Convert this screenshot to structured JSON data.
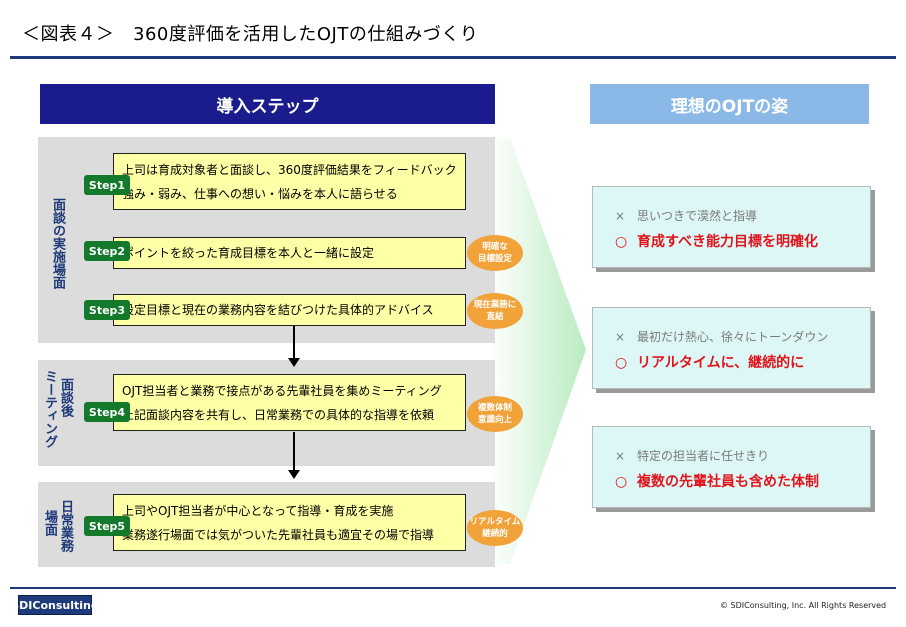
{
  "title": "＜図表４＞　360度評価を活用したOJTの仕組みづくり",
  "left_header": "導入ステップ",
  "right_header": "理想のOJTの姿",
  "sections": {
    "s1": "面談の実施場面",
    "s2a": "面談後",
    "s2b": "ミーティング",
    "s3a": "日常業務",
    "s3b": "場面"
  },
  "steps": [
    {
      "label": "Step1",
      "lines": [
        "上司は育成対象者と面談し、360度評価結果をフィードバック",
        "強み・弱み、仕事への想い・悩みを本人に語らせる"
      ]
    },
    {
      "label": "Step2",
      "lines": [
        "ポイントを絞った育成目標を本人と一緒に設定"
      ],
      "bubble": "明確な\n目標設定"
    },
    {
      "label": "Step3",
      "lines": [
        "設定目標と現在の業務内容を結びつけた具体的アドバイス"
      ],
      "bubble": "現在業務に\n直結"
    },
    {
      "label": "Step4",
      "lines": [
        "OJT担当者と業務で接点がある先輩社員を集めミーティング",
        "上記面談内容を共有し、日常業務での具体的な指導を依頼"
      ],
      "bubble": "複数体制\n意識向上"
    },
    {
      "label": "Step5",
      "lines": [
        "上司やOJT担当者が中心となって指導・育成を実施",
        "業務遂行場面では気がついた先輩社員も適宜その場で指導"
      ],
      "bubble": "リアルタイム\n継続的"
    }
  ],
  "ideals": [
    {
      "before": "思いつきで漠然と指導",
      "after": "育成すべき能力目標を明確化"
    },
    {
      "before": "最初だけ熱心、徐々にトーンダウン",
      "after": "リアルタイムに、継続的に"
    },
    {
      "before": "特定の担当者に任せきり",
      "after": "複数の先輩社員も含めた体制"
    }
  ],
  "marks": {
    "cross": "×",
    "circle": "○"
  },
  "logo": "SDIConsulting",
  "copyright": "© SDIConsulting, Inc. All Rights Reserved",
  "colors": {
    "navy": "#1a1c8e",
    "step_green": "#137a2c",
    "bubble_orange": "#f1a33a",
    "box_yellow": "#ffffa6",
    "accent_red": "#e1141b",
    "ideal_bg": "#ddf6f6"
  }
}
